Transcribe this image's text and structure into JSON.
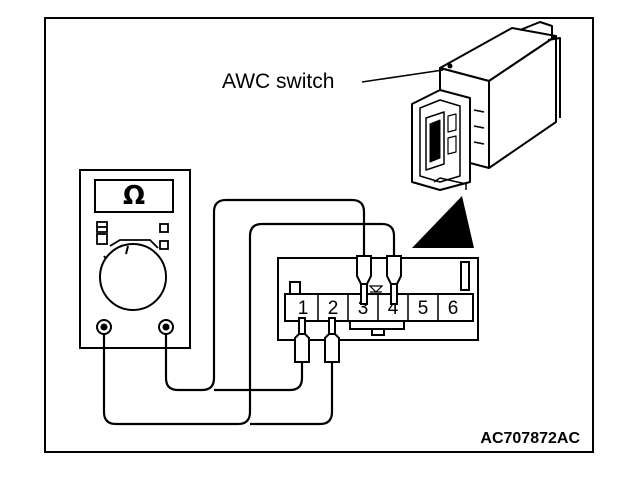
{
  "diagram": {
    "component_label": "AWC switch",
    "figure_code": "AC707872AC",
    "meter_symbol": "Ω",
    "connector_pins": [
      "1",
      "2",
      "3",
      "4",
      "5",
      "6"
    ],
    "probed_pins": [
      "1",
      "2",
      "3",
      "4"
    ]
  }
}
